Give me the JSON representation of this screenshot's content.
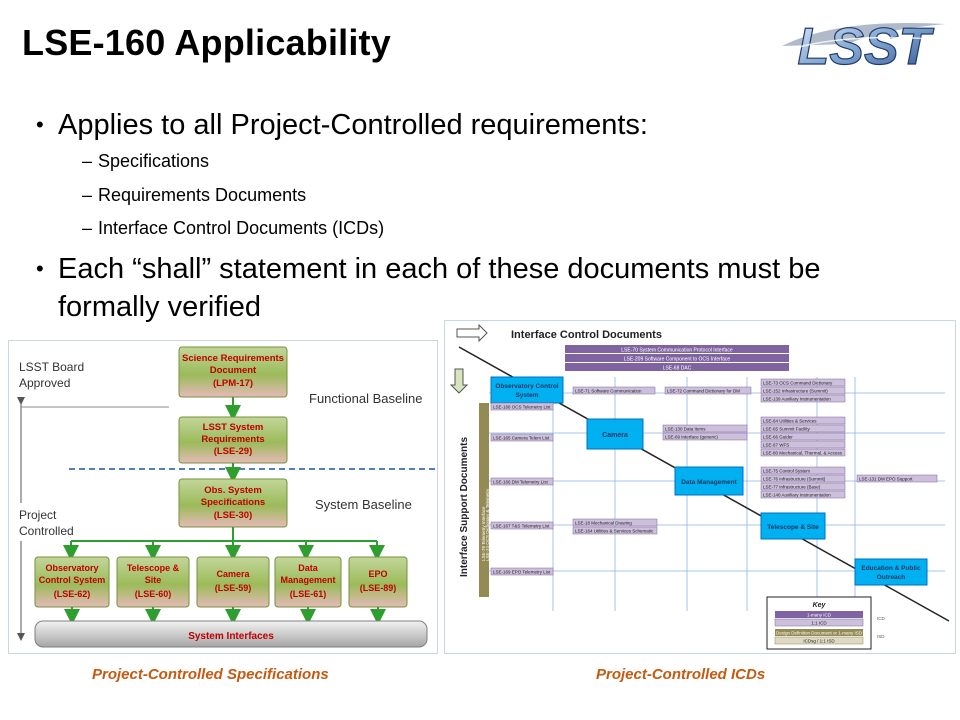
{
  "slide": {
    "title": "LSE-160 Applicability",
    "bullets": [
      {
        "text": "Applies to all Project-Controlled requirements:",
        "subitems": [
          "Specifications",
          "Requirements Documents",
          "Interface Control Documents (ICDs)"
        ]
      },
      {
        "text_line1": "Each “shall” statement in each of these documents must be",
        "text_line2": "formally verified"
      }
    ],
    "captions": {
      "left": "Project-Controlled Specifications",
      "right": "Project-Controlled ICDs"
    }
  },
  "logo": {
    "text": "LSST"
  },
  "spec_diagram": {
    "labels": {
      "lsst_board": [
        "LSST Board",
        "Approved"
      ],
      "project_controlled": [
        "Project",
        "Controlled"
      ],
      "functional_baseline": "Functional Baseline",
      "system_baseline": "System Baseline"
    },
    "docs": {
      "srd": {
        "lines": [
          "Science Requirements",
          "Document"
        ],
        "id": "(LPM-17)"
      },
      "lsr": {
        "lines": [
          "LSST System",
          "Requirements"
        ],
        "id": "(LSE-29)"
      },
      "oss": {
        "lines": [
          "Obs. System",
          "Specifications"
        ],
        "id": "(LSE-30)"
      }
    },
    "subsystems": [
      {
        "lines": [
          "Observatory",
          "Control System"
        ],
        "id": "(LSE-62)"
      },
      {
        "lines": [
          "Telescope &",
          "Site"
        ],
        "id": "(LSE-60)"
      },
      {
        "lines": [
          "Camera"
        ],
        "id": "(LSE-59)"
      },
      {
        "lines": [
          "Data",
          "Management"
        ],
        "id": "(LSE-61)"
      },
      {
        "lines": [
          "EPO"
        ],
        "id": "(LSE-89)"
      }
    ],
    "system_interfaces": "System Interfaces"
  },
  "icd_diagram": {
    "header": "Interface Control Documents",
    "top_bars": [
      "LSE-70 System Communication Protocol Interface",
      "LSE-209 Software Component to OCS Interface",
      "LSE-68 DAC"
    ],
    "side_label": "Interface Support Documents",
    "side_bar_lines": [
      "LSE-78 Telemetry Interface",
      "LSE-74 OCS Dictionary & Telemetry"
    ],
    "subsystems": {
      "ocs": [
        "Observatory Control",
        "System"
      ],
      "camera": "Camera",
      "dm": "Data Management",
      "ts": "Telescope & Site",
      "epo": [
        "Education & Public",
        "Outreach"
      ]
    },
    "telemetry": [
      "LSE-168 OCS Telemetry List",
      "LSE-165 Camera Telem List",
      "LSE-166 DM Telemetry List",
      "LSE-167 T&S Telemetry List",
      "LSE-169 EPO Telemetry List"
    ],
    "icd_boxes": {
      "ocs_sw": "LSE-71 Software Communication",
      "ocs_dm": "LSE-72 Command Dictionary for DM",
      "ocs_ts": [
        "LSE-73 OCS Command Dictionary",
        "LSE-152 Infrastructure (Summit)",
        "LSE-139 Auxiliary Instrumentation"
      ],
      "cam_dm": [
        "LSE-130 Data Items",
        "LSE-69 Interface (generic)"
      ],
      "cam_ts": [
        "LSE-64 Utilities & Services",
        "LSE-65 Summit Facility",
        "LSE-66 Guider",
        "LSE-67 WFS",
        "LSE-80 Mechanical, Thermal, & Access"
      ],
      "dm_ts": [
        "LSE-75 Control System",
        "LSE-76 Infrastructure (Summit)",
        "LSE-77 Infrastructure (Base)",
        "LSE-140 Auxiliary Instrumentation"
      ],
      "dm_epo": "LSE-131 DM EPO Support",
      "cam_ts_lower": [
        "LSE-18 Mechanical Drawing",
        "LSE-164 Utilities & Services Schematic"
      ]
    },
    "key": {
      "title": "Key",
      "rows": [
        "1-many ICD",
        "1:1 ICD",
        "Design Definition Document or 1-many ISD",
        "ICDsg / 1:1 ISD"
      ],
      "side": [
        "ICD",
        "ISD"
      ]
    }
  },
  "colors": {
    "green_box": "#9bbb59",
    "green_box_dark": "#76923c",
    "red_text": "#c00000",
    "arrow_green": "#2e9e2e",
    "cyan_box": "#00b0f0",
    "purple_bar": "#8064a2",
    "lavender_box": "#ccc0da",
    "olive_bar": "#948a54",
    "caption": "#c55a11"
  }
}
